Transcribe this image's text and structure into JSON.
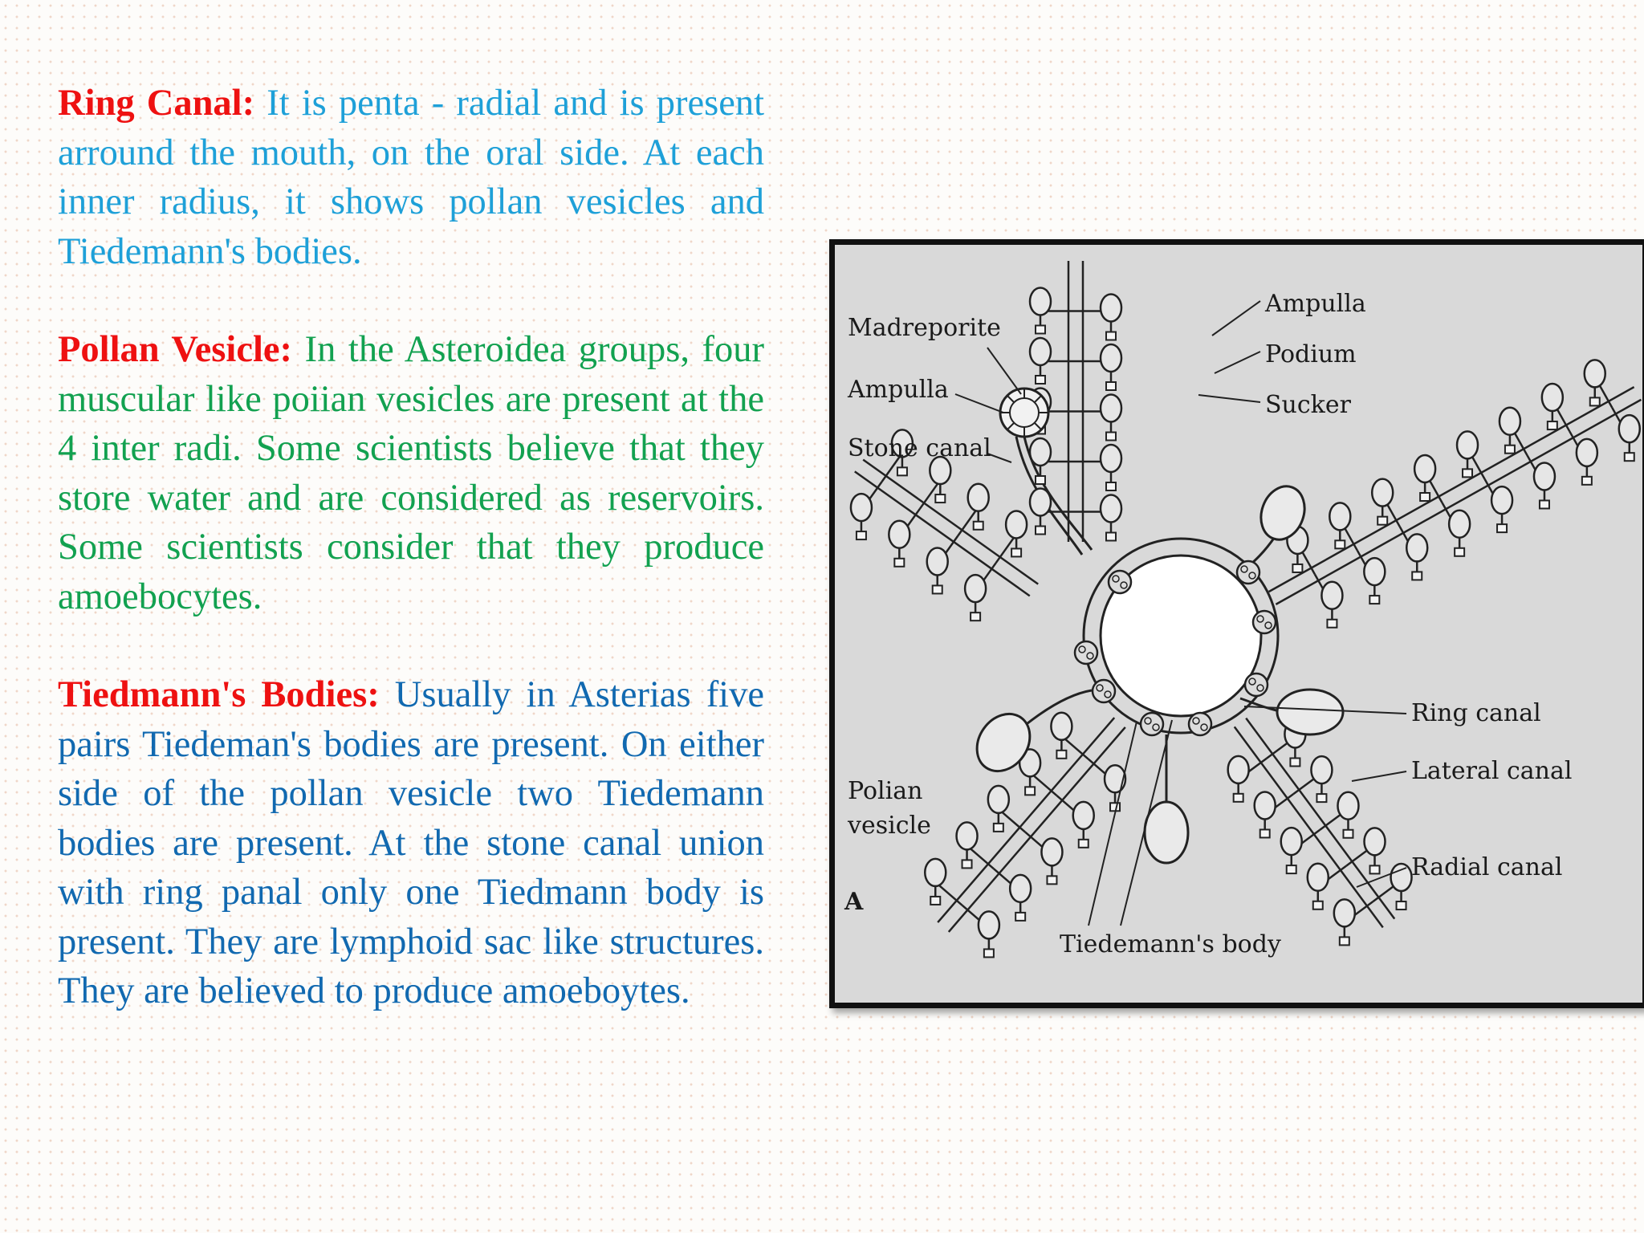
{
  "paragraphs": [
    {
      "heading": "Ring Canal:",
      "body": "It is penta - radial and is present arround the mouth, on the oral side. At each inner radius, it shows pollan vesicles and Tiedemann's bodies."
    },
    {
      "heading": "Pollan Vesicle:",
      "body": "In the Asteroidea groups, four muscular like poiian vesicles are present at the 4 inter radi. Some scientists believe that they store water and are considered as reservoirs. Some scientists consider that they produce amoebocytes."
    },
    {
      "heading": "Tiedmann's Bodies:",
      "body": "Usually in Asterias five pairs  Tiedeman's bodies are present. On either side of the pollan vesicle two Tiedemann bodies are present. At the stone canal union with ring panal only one Tiedmann body is present. They are lymphoid sac like structures. They are believed to produce amoeboytes."
    }
  ],
  "diagram": {
    "labels": {
      "ampulla_top": "Ampulla",
      "podium": "Podium",
      "sucker": "Sucker",
      "madreporite": "Madreporite",
      "ampulla_left": "Ampulla",
      "stone_canal": "Stone canal",
      "ring_canal": "Ring canal",
      "lateral_canal": "Lateral canal",
      "polian_line1": "Polian",
      "polian_line2": "vesicle",
      "radial_canal": "Radial canal",
      "figure_letter": "A",
      "tiedemanns_body": "Tiedemann's body"
    }
  }
}
